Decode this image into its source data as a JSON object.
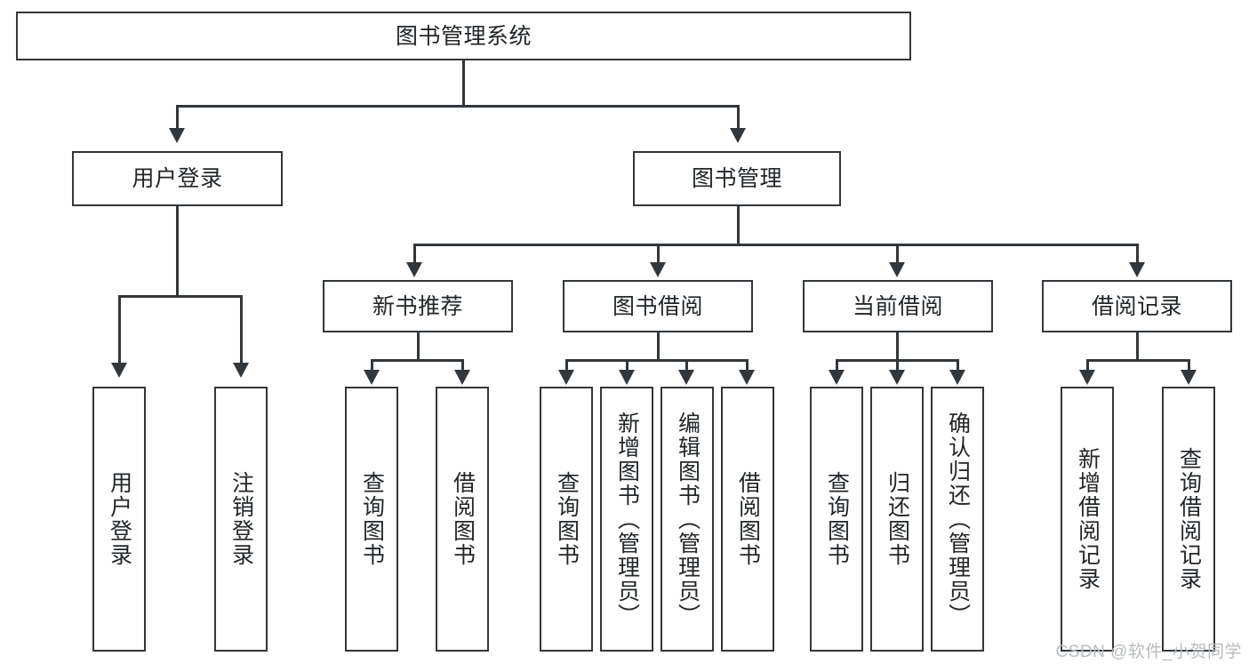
{
  "diagram": {
    "title": "图书管理系统",
    "type": "hierarchy-tree",
    "root": {
      "label": "图书管理系统"
    },
    "level2": [
      {
        "label": "用户登录"
      },
      {
        "label": "图书管理"
      }
    ],
    "level3": [
      {
        "label": "新书推荐"
      },
      {
        "label": "图书借阅"
      },
      {
        "label": "当前借阅"
      },
      {
        "label": "借阅记录"
      }
    ],
    "leaves": {
      "user_login": [
        {
          "label": "用户登录"
        },
        {
          "label": "注销登录"
        }
      ],
      "new_book": [
        {
          "label": "查询图书"
        },
        {
          "label": "借阅图书"
        }
      ],
      "book_borrow": [
        {
          "label": "查询图书"
        },
        {
          "label": "新增图书（管理员）"
        },
        {
          "label": "编辑图书（管理员）"
        },
        {
          "label": "借阅图书"
        }
      ],
      "current_borrow": [
        {
          "label": "查询图书"
        },
        {
          "label": "归还图书"
        },
        {
          "label": "确认归还（管理员）"
        }
      ],
      "borrow_record": [
        {
          "label": "新增借阅记录"
        },
        {
          "label": "查询借阅记录"
        }
      ]
    }
  },
  "watermark": {
    "text": "CSDN @软件_小贺同学"
  },
  "colors": {
    "stroke": "#32373b",
    "fill": "#ffffff",
    "text": "#222629",
    "watermark": "#b9bcbe"
  }
}
